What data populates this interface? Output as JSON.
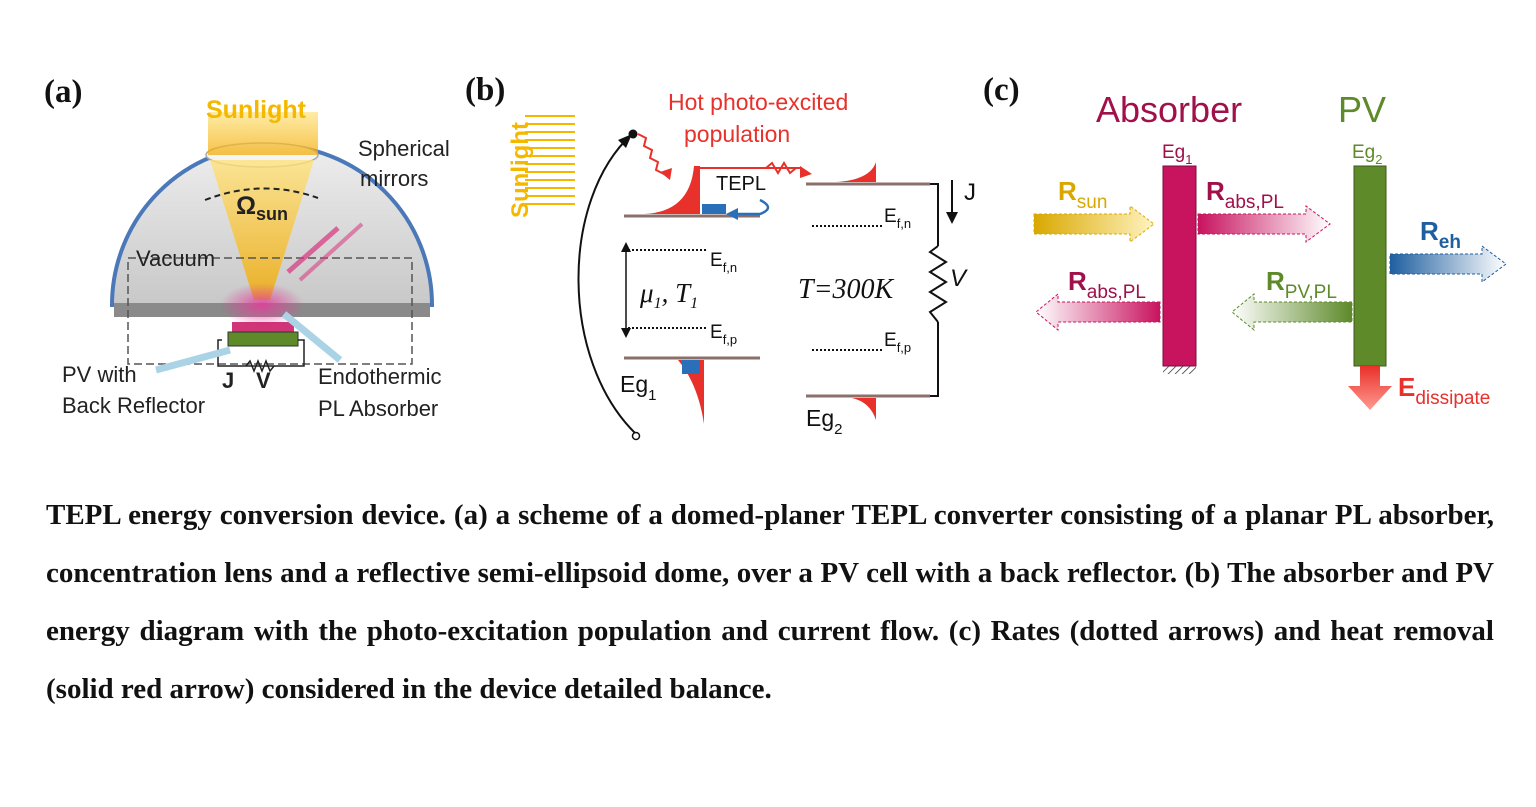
{
  "panel_a": {
    "label": "(a)",
    "sunlight": "Sunlight",
    "spherical_mirrors_1": "Spherical",
    "spherical_mirrors_2": "mirrors",
    "omega": "Ω",
    "omega_sub": "sun",
    "vacuum": "Vacuum",
    "pv_1": "PV with",
    "pv_2": "Back Reflector",
    "j": "J",
    "v": "V",
    "endo_1": "Endothermic",
    "endo_2": "PL Absorber"
  },
  "panel_b": {
    "label": "(b)",
    "sunlight": "Sunlight",
    "hot_1": "Hot photo-excited",
    "hot_2": "population",
    "tepl": "TEPL",
    "efn": "E",
    "efn_sub": "f,n",
    "efp": "E",
    "efp_sub": "f,p",
    "mu": "μ",
    "mu_sub": "1",
    "t": ", T",
    "t_sub": "1",
    "temp": "T=300K",
    "j": "J",
    "v": "V",
    "eg1": "Eg",
    "eg1_sub": "1",
    "eg2": "Eg",
    "eg2_sub": "2"
  },
  "panel_c": {
    "label": "(c)",
    "absorber": "Absorber",
    "pv": "PV",
    "eg1": "Eg",
    "eg1_sub": "1",
    "eg2": "Eg",
    "eg2_sub": "2",
    "r": "R",
    "r_sun_sub": "sun",
    "r_abs_pl_sub": "abs,PL",
    "r_pv_pl_sub": "PV,PL",
    "r_eh_sub": "eh",
    "e": "E",
    "e_dissipate_sub": "dissipate"
  },
  "caption": "TEPL energy conversion device. (a) a scheme of a domed-planer TEPL converter consisting of a planar PL absorber, concentration lens and a reflective semi-ellipsoid dome, over a PV cell with a back reflector. (b) The absorber and PV energy diagram with the photo-excitation population and current flow. (c) Rates (dotted arrows) and heat removal (solid red arrow) considered in the device detailed balance.",
  "colors": {
    "sun": "#f5b800",
    "absorber": "#c8135f",
    "pv": "#5e8a2a",
    "hot": "#e8312a",
    "blue": "#2a6fb8"
  }
}
